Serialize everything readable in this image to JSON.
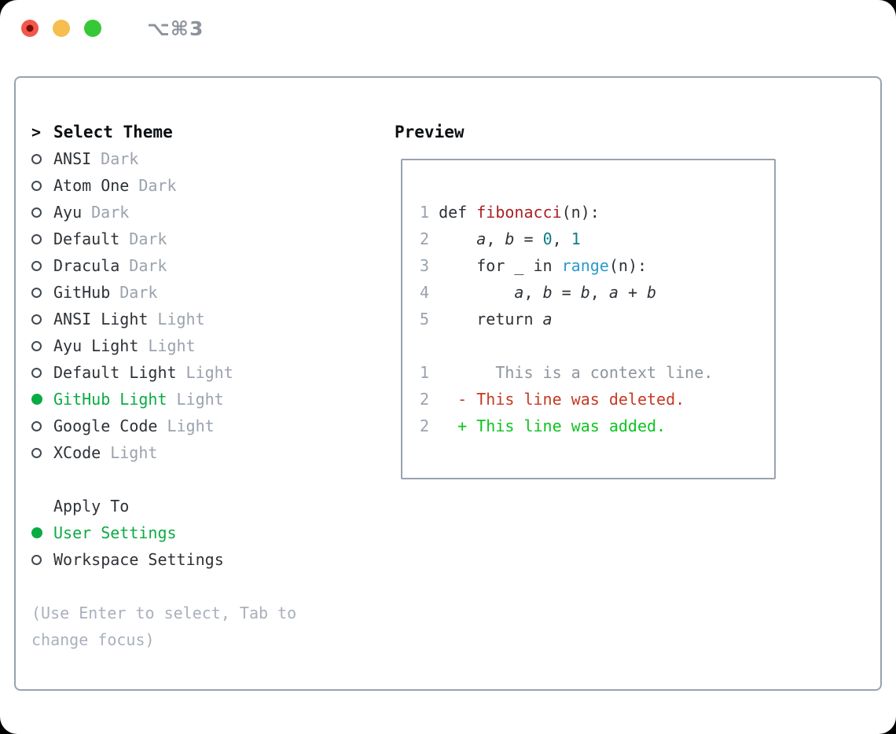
{
  "window": {
    "title": "⌥⌘3"
  },
  "titlebar": {
    "buttons": [
      "close",
      "minimize",
      "zoom"
    ]
  },
  "colors": {
    "green_select": "#0bab43",
    "green_add": "#0cc420",
    "red_delete": "#c43a24",
    "red_func": "#a92123",
    "teal_number": "#0c7f87",
    "blue_builtin": "#2a9bcb",
    "dark_text": "#2d3237",
    "heading": "#0c0f12",
    "muted": "#9aa2ad",
    "ctx": "#8d959d",
    "hint": "#a9b0bb",
    "border": "#9aa2ae",
    "circle": "#434a51",
    "titlebar_text": "#8d939b",
    "light_red": "#f3574c",
    "light_red_dot": "#740f08",
    "light_yellow": "#f6bd4f",
    "light_green": "#37c837"
  },
  "left": {
    "header": {
      "prompt": ">",
      "label": "Select Theme"
    },
    "themes": [
      {
        "name": "ANSI",
        "variant": "Dark",
        "selected": false
      },
      {
        "name": "Atom One",
        "variant": "Dark",
        "selected": false
      },
      {
        "name": "Ayu",
        "variant": "Dark",
        "selected": false
      },
      {
        "name": "Default",
        "variant": "Dark",
        "selected": false
      },
      {
        "name": "Dracula",
        "variant": "Dark",
        "selected": false
      },
      {
        "name": "GitHub",
        "variant": "Dark",
        "selected": false
      },
      {
        "name": "ANSI Light",
        "variant": "Light",
        "selected": false
      },
      {
        "name": "Ayu Light",
        "variant": "Light",
        "selected": false
      },
      {
        "name": "Default Light",
        "variant": "Light",
        "selected": false
      },
      {
        "name": "GitHub Light",
        "variant": "Light",
        "selected": true
      },
      {
        "name": "Google Code",
        "variant": "Light",
        "selected": false
      },
      {
        "name": "XCode",
        "variant": "Light",
        "selected": false
      }
    ],
    "apply": {
      "header": "Apply To",
      "options": [
        {
          "label": "User Settings",
          "selected": true
        },
        {
          "label": "Workspace Settings",
          "selected": false
        }
      ]
    },
    "hint_lines": [
      "(Use Enter to select, Tab to",
      "change focus)"
    ]
  },
  "preview": {
    "header": "Preview",
    "lines": [
      [
        {
          "t": "1 ",
          "c": "ln"
        },
        {
          "t": "def ",
          "c": "plain"
        },
        {
          "t": "fibonacci",
          "c": "func"
        },
        {
          "t": "(n):",
          "c": "plain"
        }
      ],
      [
        {
          "t": "2 ",
          "c": "ln"
        },
        {
          "t": "    ",
          "c": "plain"
        },
        {
          "t": "a",
          "c": "var"
        },
        {
          "t": ", ",
          "c": "plain"
        },
        {
          "t": "b",
          "c": "var"
        },
        {
          "t": " = ",
          "c": "plain"
        },
        {
          "t": "0",
          "c": "num"
        },
        {
          "t": ", ",
          "c": "plain"
        },
        {
          "t": "1",
          "c": "num"
        }
      ],
      [
        {
          "t": "3 ",
          "c": "ln"
        },
        {
          "t": "    for _ in ",
          "c": "plain"
        },
        {
          "t": "range",
          "c": "builtin"
        },
        {
          "t": "(n):",
          "c": "plain"
        }
      ],
      [
        {
          "t": "4 ",
          "c": "ln"
        },
        {
          "t": "        ",
          "c": "plain"
        },
        {
          "t": "a",
          "c": "var"
        },
        {
          "t": ", ",
          "c": "plain"
        },
        {
          "t": "b",
          "c": "var"
        },
        {
          "t": " = ",
          "c": "plain"
        },
        {
          "t": "b",
          "c": "var"
        },
        {
          "t": ", ",
          "c": "plain"
        },
        {
          "t": "a",
          "c": "var"
        },
        {
          "t": " + ",
          "c": "plain"
        },
        {
          "t": "b",
          "c": "var"
        }
      ],
      [
        {
          "t": "5 ",
          "c": "ln"
        },
        {
          "t": "    return ",
          "c": "plain"
        },
        {
          "t": "a",
          "c": "var"
        }
      ],
      [],
      [
        {
          "t": "1 ",
          "c": "ln"
        },
        {
          "t": "      This is a context line.",
          "c": "ctx"
        }
      ],
      [
        {
          "t": "2 ",
          "c": "ln"
        },
        {
          "t": "  - This line was deleted.",
          "c": "del"
        }
      ],
      [
        {
          "t": "2 ",
          "c": "ln"
        },
        {
          "t": "  + This line was added.",
          "c": "add"
        }
      ]
    ]
  }
}
